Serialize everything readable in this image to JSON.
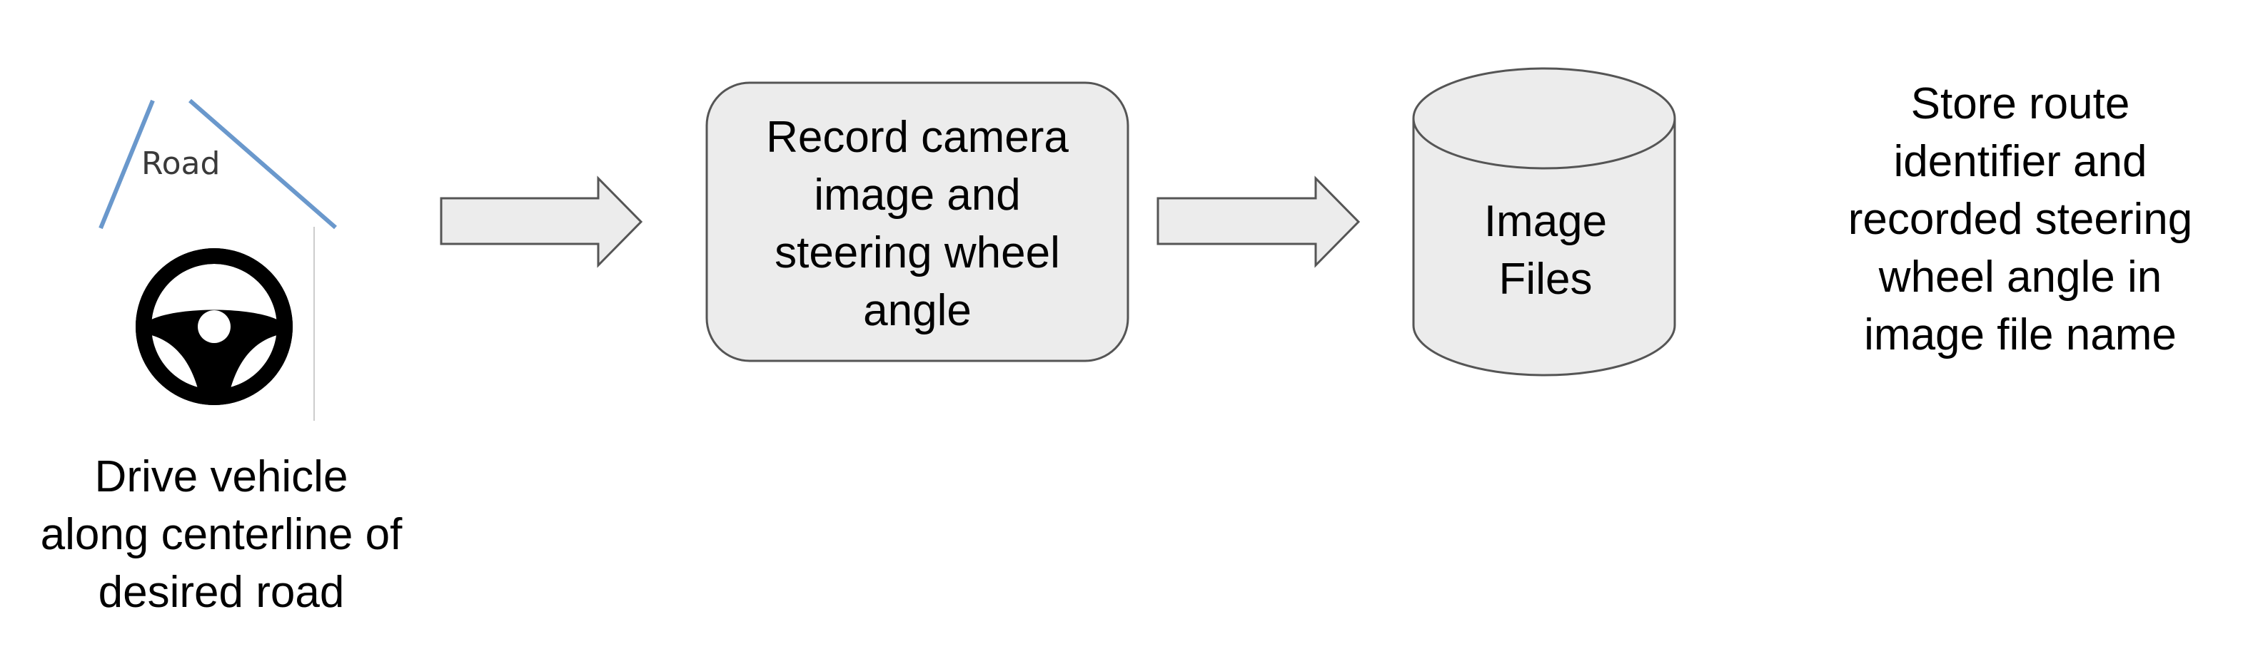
{
  "road_label": "Road",
  "drive_step": {
    "lines": [
      "Drive vehicle",
      "along centerline of",
      "desired road"
    ]
  },
  "record_step": {
    "lines": [
      "Record camera",
      "image and",
      "steering wheel",
      "angle"
    ]
  },
  "storage": {
    "lines": [
      "Image",
      "Files"
    ]
  },
  "store_note": {
    "lines": [
      "Store route",
      "identifier and",
      "recorded steering",
      "wheel angle in",
      "image file name"
    ]
  },
  "colors": {
    "road_line": "#6a98cc",
    "shape_fill": "#ececec",
    "shape_stroke": "#555555",
    "steering_wheel": "#000000",
    "divider": "#cccccc"
  },
  "icons": {
    "steering_wheel": "steering-wheel-icon"
  }
}
